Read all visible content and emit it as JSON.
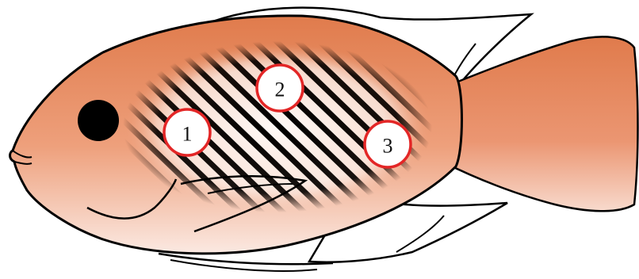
{
  "colors": {
    "body_top": "#e07b4c",
    "body_bottom": "#fbe9e2",
    "outline": "#000000",
    "stripes": "#000000",
    "marker_ring": "#e32626",
    "marker_fill": "#ffffff"
  },
  "markers": [
    {
      "label": "1"
    },
    {
      "label": "2"
    },
    {
      "label": "3"
    }
  ]
}
